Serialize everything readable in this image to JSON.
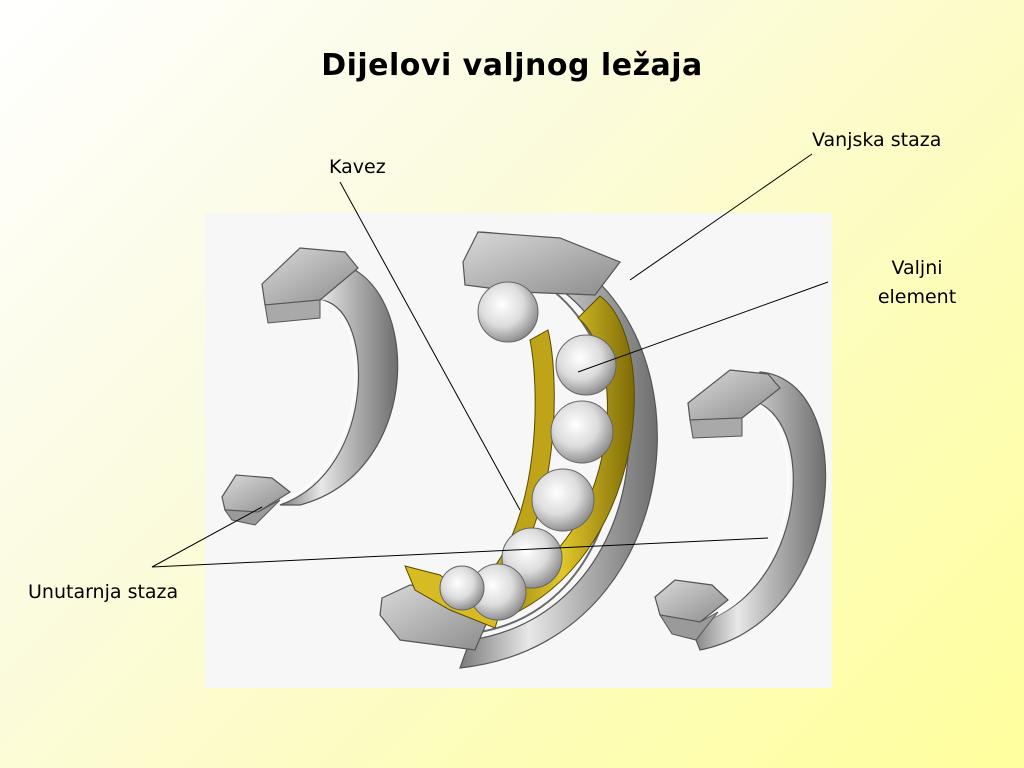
{
  "title": "Dijelovi valjnog ležaja",
  "labels": {
    "outer_race": "Vanjska staza",
    "cage": "Kavez",
    "rolling_element": "Valjni element",
    "inner_race": "Unutarnja staza"
  },
  "colors": {
    "background_start": "#ffffff",
    "background_end": "#ffff9e",
    "photo_panel": "#f7f7f7",
    "metal": "#c8c8c8",
    "cage": "#c8aa14",
    "leader_line": "#000000"
  }
}
